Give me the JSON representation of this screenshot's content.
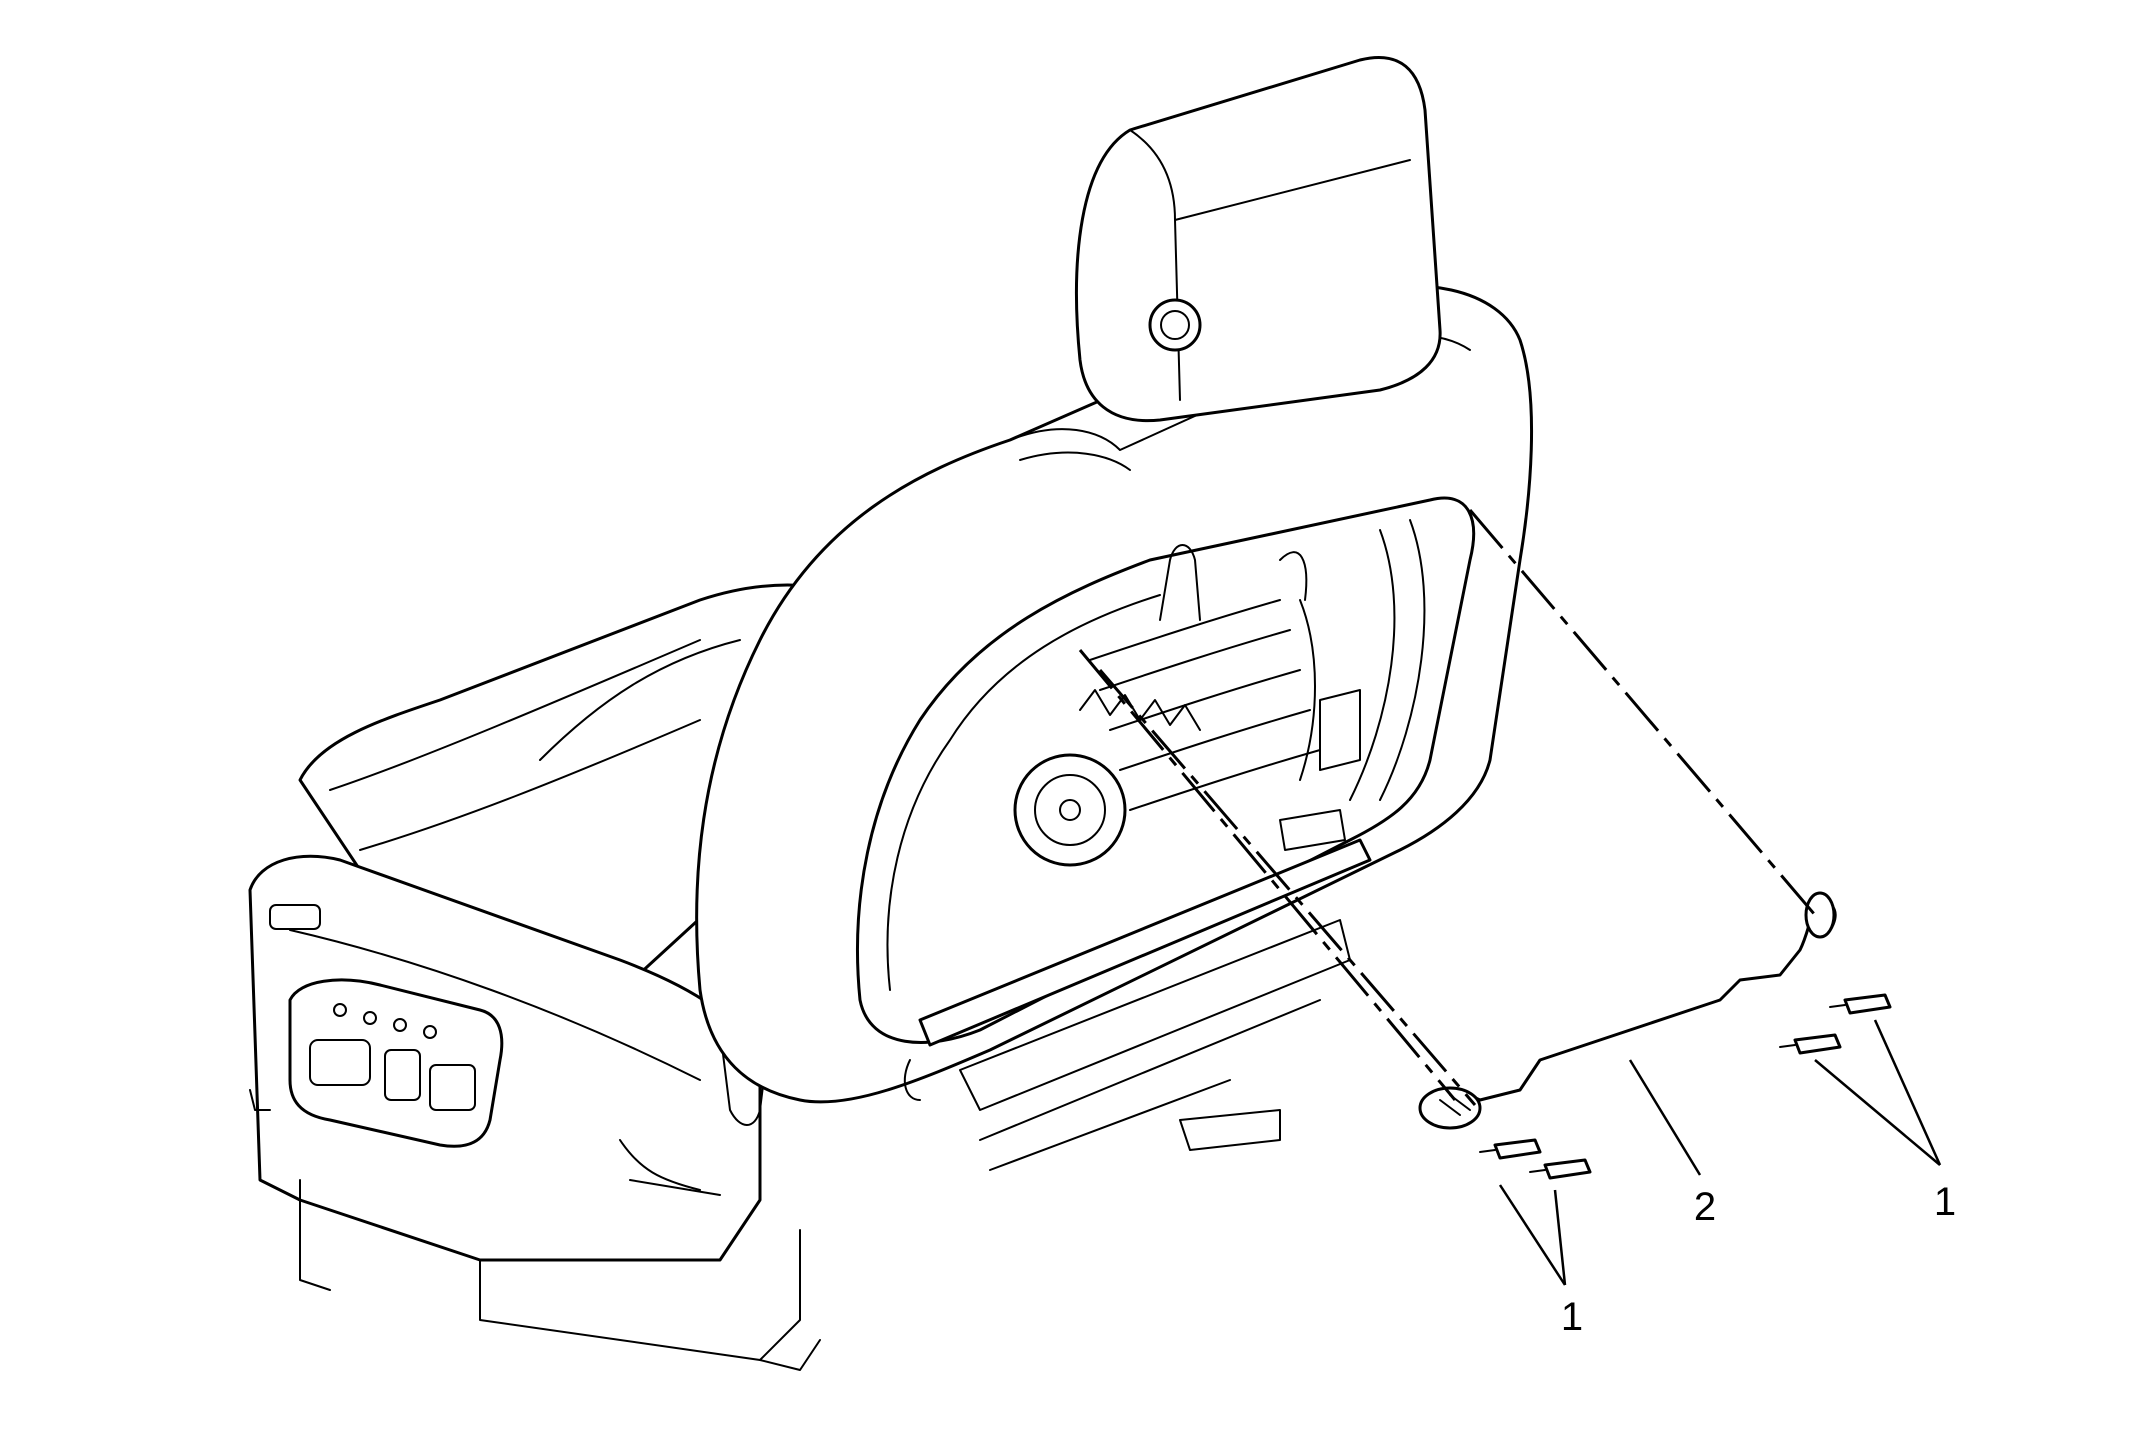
{
  "callouts": {
    "label_1_center": "1",
    "label_2": "2",
    "label_1_right": "1"
  }
}
